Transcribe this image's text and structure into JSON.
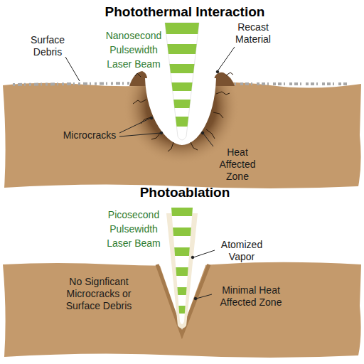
{
  "diagram": {
    "labels": [
      "Photothermal Interaction",
      "Nanosecond Pulsewidth Laser Beam",
      "Surface Debris",
      "Recast Material",
      "Microcracks",
      "Heat Affected Zone",
      "Photoablation",
      "Picosecond Pulsewidth Laser Beam",
      "Atomized Vapor",
      "No Signficant Microcracks or Surface Debris",
      "Minimal Heat Affected Zone"
    ]
  }
}
